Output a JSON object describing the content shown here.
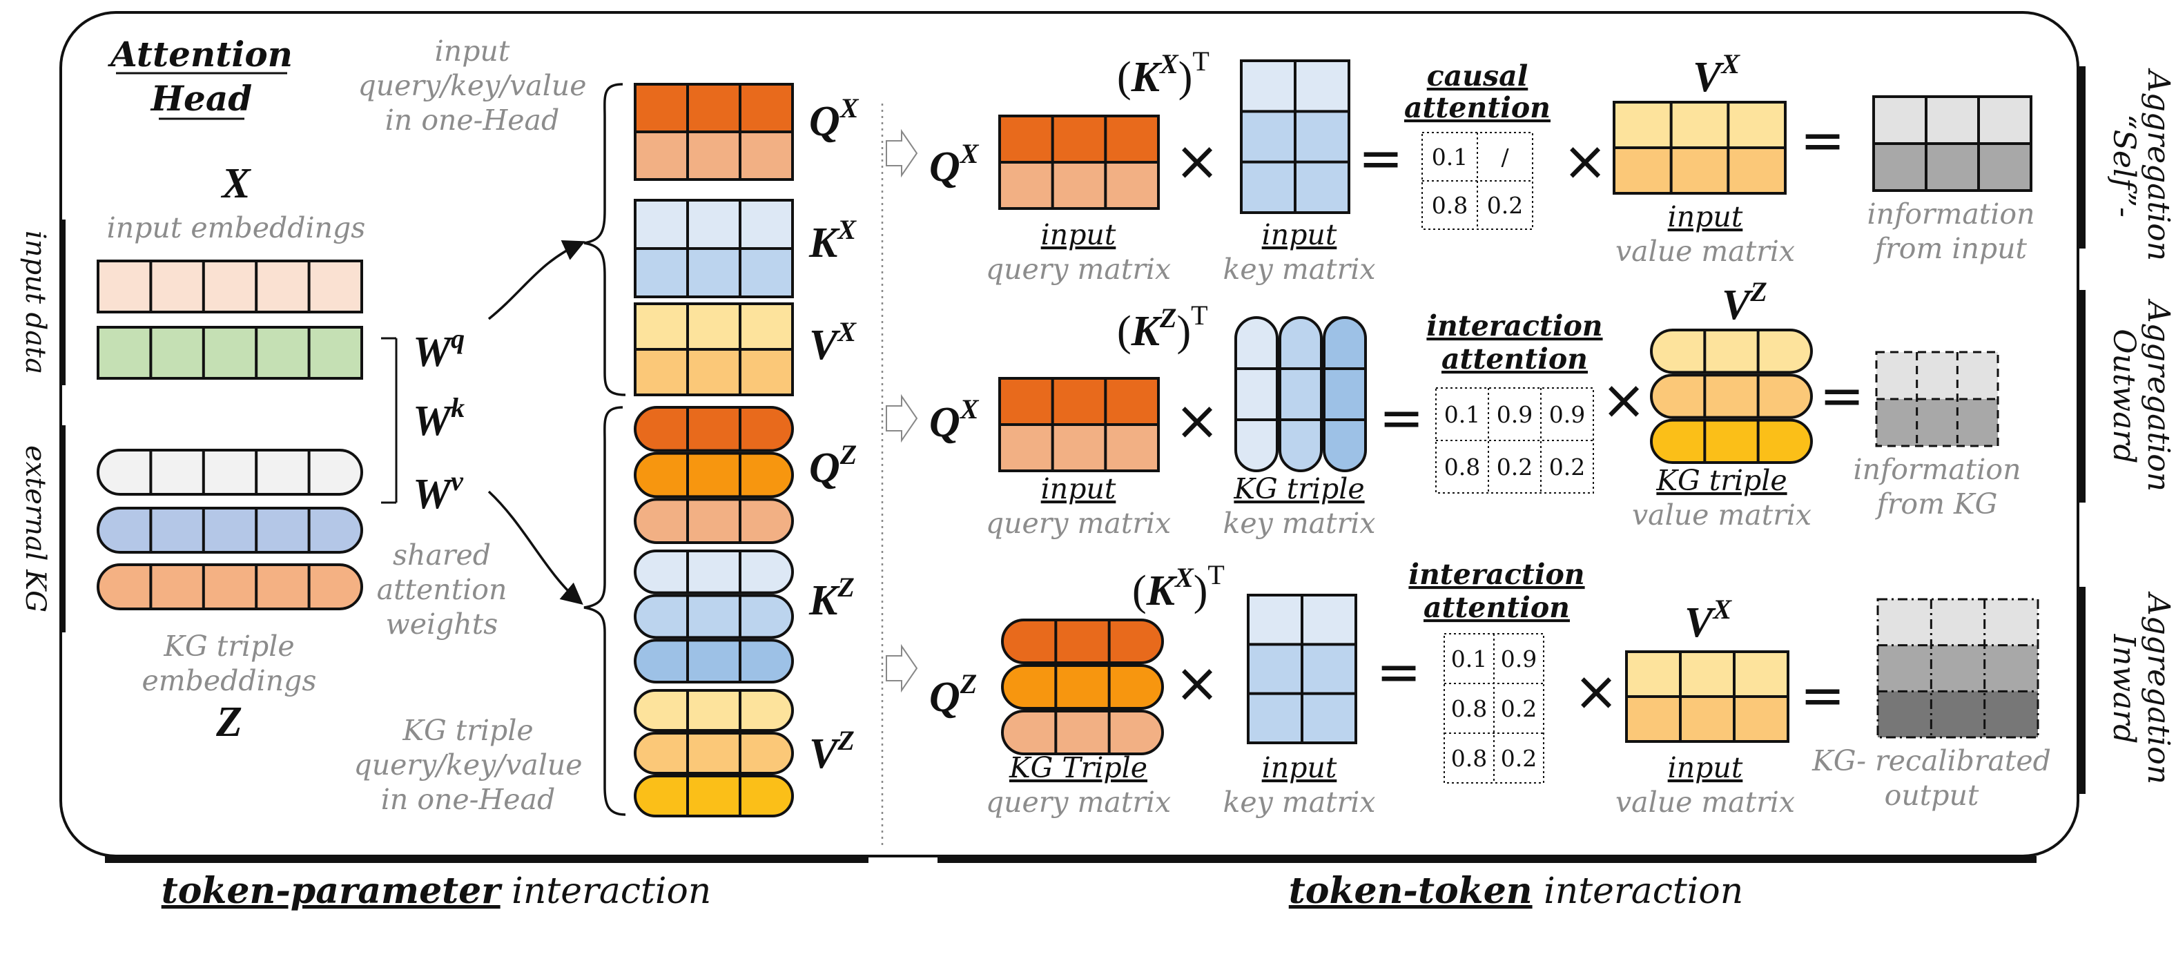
{
  "head_title": [
    "Attention",
    "Head"
  ],
  "left": {
    "x_symbol": "X",
    "x_caption": "input embeddings",
    "z_symbol": "Z",
    "z_caption": [
      "KG triple",
      "embeddings"
    ],
    "side_input": "input data",
    "side_kg": "external KG"
  },
  "weights": {
    "wq": {
      "base": "W",
      "sup": "q"
    },
    "wk": {
      "base": "W",
      "sup": "k"
    },
    "wv": {
      "base": "W",
      "sup": "v"
    },
    "caption": [
      "shared",
      "attention",
      "weights"
    ]
  },
  "middle": {
    "input_caption": [
      "input",
      "query/key/value",
      "in one-Head"
    ],
    "kg_caption": [
      "KG triple",
      "query/key/value",
      "in one-Head"
    ],
    "qx": {
      "base": "Q",
      "sup": "X"
    },
    "kx": {
      "base": "K",
      "sup": "X"
    },
    "vx": {
      "base": "V",
      "sup": "X"
    },
    "qz": {
      "base": "Q",
      "sup": "Z"
    },
    "kz": {
      "base": "K",
      "sup": "Z"
    },
    "vz": {
      "base": "V",
      "sup": "Z"
    }
  },
  "rows": [
    {
      "q": {
        "base": "Q",
        "sup": "X"
      },
      "k": {
        "base": "K",
        "sup": "X",
        "t": "T"
      },
      "v": {
        "base": "V",
        "sup": "X"
      },
      "q_caption": [
        "input",
        "query matrix"
      ],
      "k_caption": [
        "input",
        "key matrix"
      ],
      "v_caption": [
        "input",
        "value matrix"
      ],
      "attn_title": [
        "causal",
        "attention"
      ],
      "attn_values": [
        [
          "0.1",
          "/"
        ],
        [
          "0.8",
          "0.2"
        ]
      ],
      "out_caption": [
        "information",
        "from input"
      ],
      "side": [
        "“Self”-",
        "Aggregation"
      ]
    },
    {
      "q": {
        "base": "Q",
        "sup": "X"
      },
      "k": {
        "base": "K",
        "sup": "Z",
        "t": "T"
      },
      "v": {
        "base": "V",
        "sup": "Z"
      },
      "q_caption": [
        "input",
        "query matrix"
      ],
      "k_caption": [
        "KG triple",
        "key matrix"
      ],
      "v_caption": [
        "KG triple",
        "value matrix"
      ],
      "attn_title": [
        "interaction",
        "attention"
      ],
      "attn_values": [
        [
          "0.1",
          "0.9",
          "0.9"
        ],
        [
          "0.8",
          "0.2",
          "0.2"
        ]
      ],
      "out_caption": [
        "information",
        "from KG"
      ],
      "side": [
        "Outward",
        "Aggregation"
      ]
    },
    {
      "q": {
        "base": "Q",
        "sup": "Z"
      },
      "k": {
        "base": "K",
        "sup": "X",
        "t": "T"
      },
      "v": {
        "base": "V",
        "sup": "X"
      },
      "q_caption": [
        "KG Triple",
        "query matrix"
      ],
      "k_caption": [
        "input",
        "key matrix"
      ],
      "v_caption": [
        "input",
        "value matrix"
      ],
      "attn_title": [
        "interaction",
        "attention"
      ],
      "attn_values": [
        [
          "0.1",
          "0.9"
        ],
        [
          "0.8",
          "0.2"
        ],
        [
          "0.8",
          "0.2"
        ]
      ],
      "out_caption": [
        "KG- recalibrated",
        "output"
      ],
      "side": [
        "Inward",
        "Aggregation"
      ]
    }
  ],
  "operators": {
    "times": "×",
    "equals": "="
  },
  "bottom": {
    "left_bold": "token-parameter",
    "left_rest": " interaction",
    "right_bold": "token-token",
    "right_rest": " interaction"
  },
  "colors": {
    "orange_dark": "#e86a1c",
    "orange_light": "#f2b084",
    "orange_mid": "#f7960f",
    "blue_pale": "#dde8f5",
    "blue_light": "#bcd4ee",
    "blue_mid": "#9dc1e6",
    "yellow_pale": "#fde39c",
    "yellow_mid": "#fbc878",
    "yellow_deep": "#fbbf18",
    "peach": "#fae1d2",
    "green": "#c5e0b4",
    "gray_pale": "#f2f2f2",
    "periwinkle": "#b4c7e7",
    "salmon": "#f4b183",
    "out_light": "#e2e2e2",
    "out_mid": "#a8a8a8",
    "out_dark": "#777777"
  }
}
